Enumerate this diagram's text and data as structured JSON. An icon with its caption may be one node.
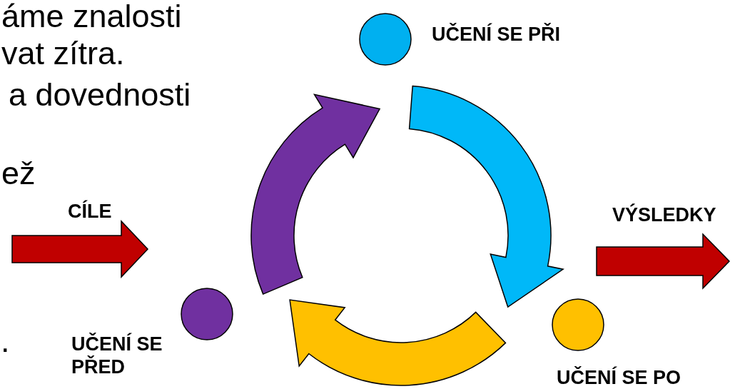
{
  "diagram": {
    "nodes": [
      {
        "text": [
          "UČENÍ SE PŘI"
        ]
      },
      {
        "text": [
          "UČENÍ SE PŘED"
        ]
      },
      {
        "text": [
          "UČENÍ SE PO"
        ]
      }
    ],
    "edges": [
      {
        "from": 1,
        "to": 0,
        "arrow": "to",
        "style": "thick",
        "color": "#7030a0"
      },
      {
        "from": 0,
        "to": 2,
        "arrow": "to",
        "style": "thick",
        "color": "#00b8f8"
      },
      {
        "from": 2,
        "to": 1,
        "arrow": "to",
        "style": "thick",
        "color": "#ffc000"
      }
    ],
    "labels": [
      "áme znalosti",
      "vat zítra.",
      "a dovednosti",
      "ež",
      "CÍLE",
      "VÝSLEDKY",
      "."
    ]
  }
}
